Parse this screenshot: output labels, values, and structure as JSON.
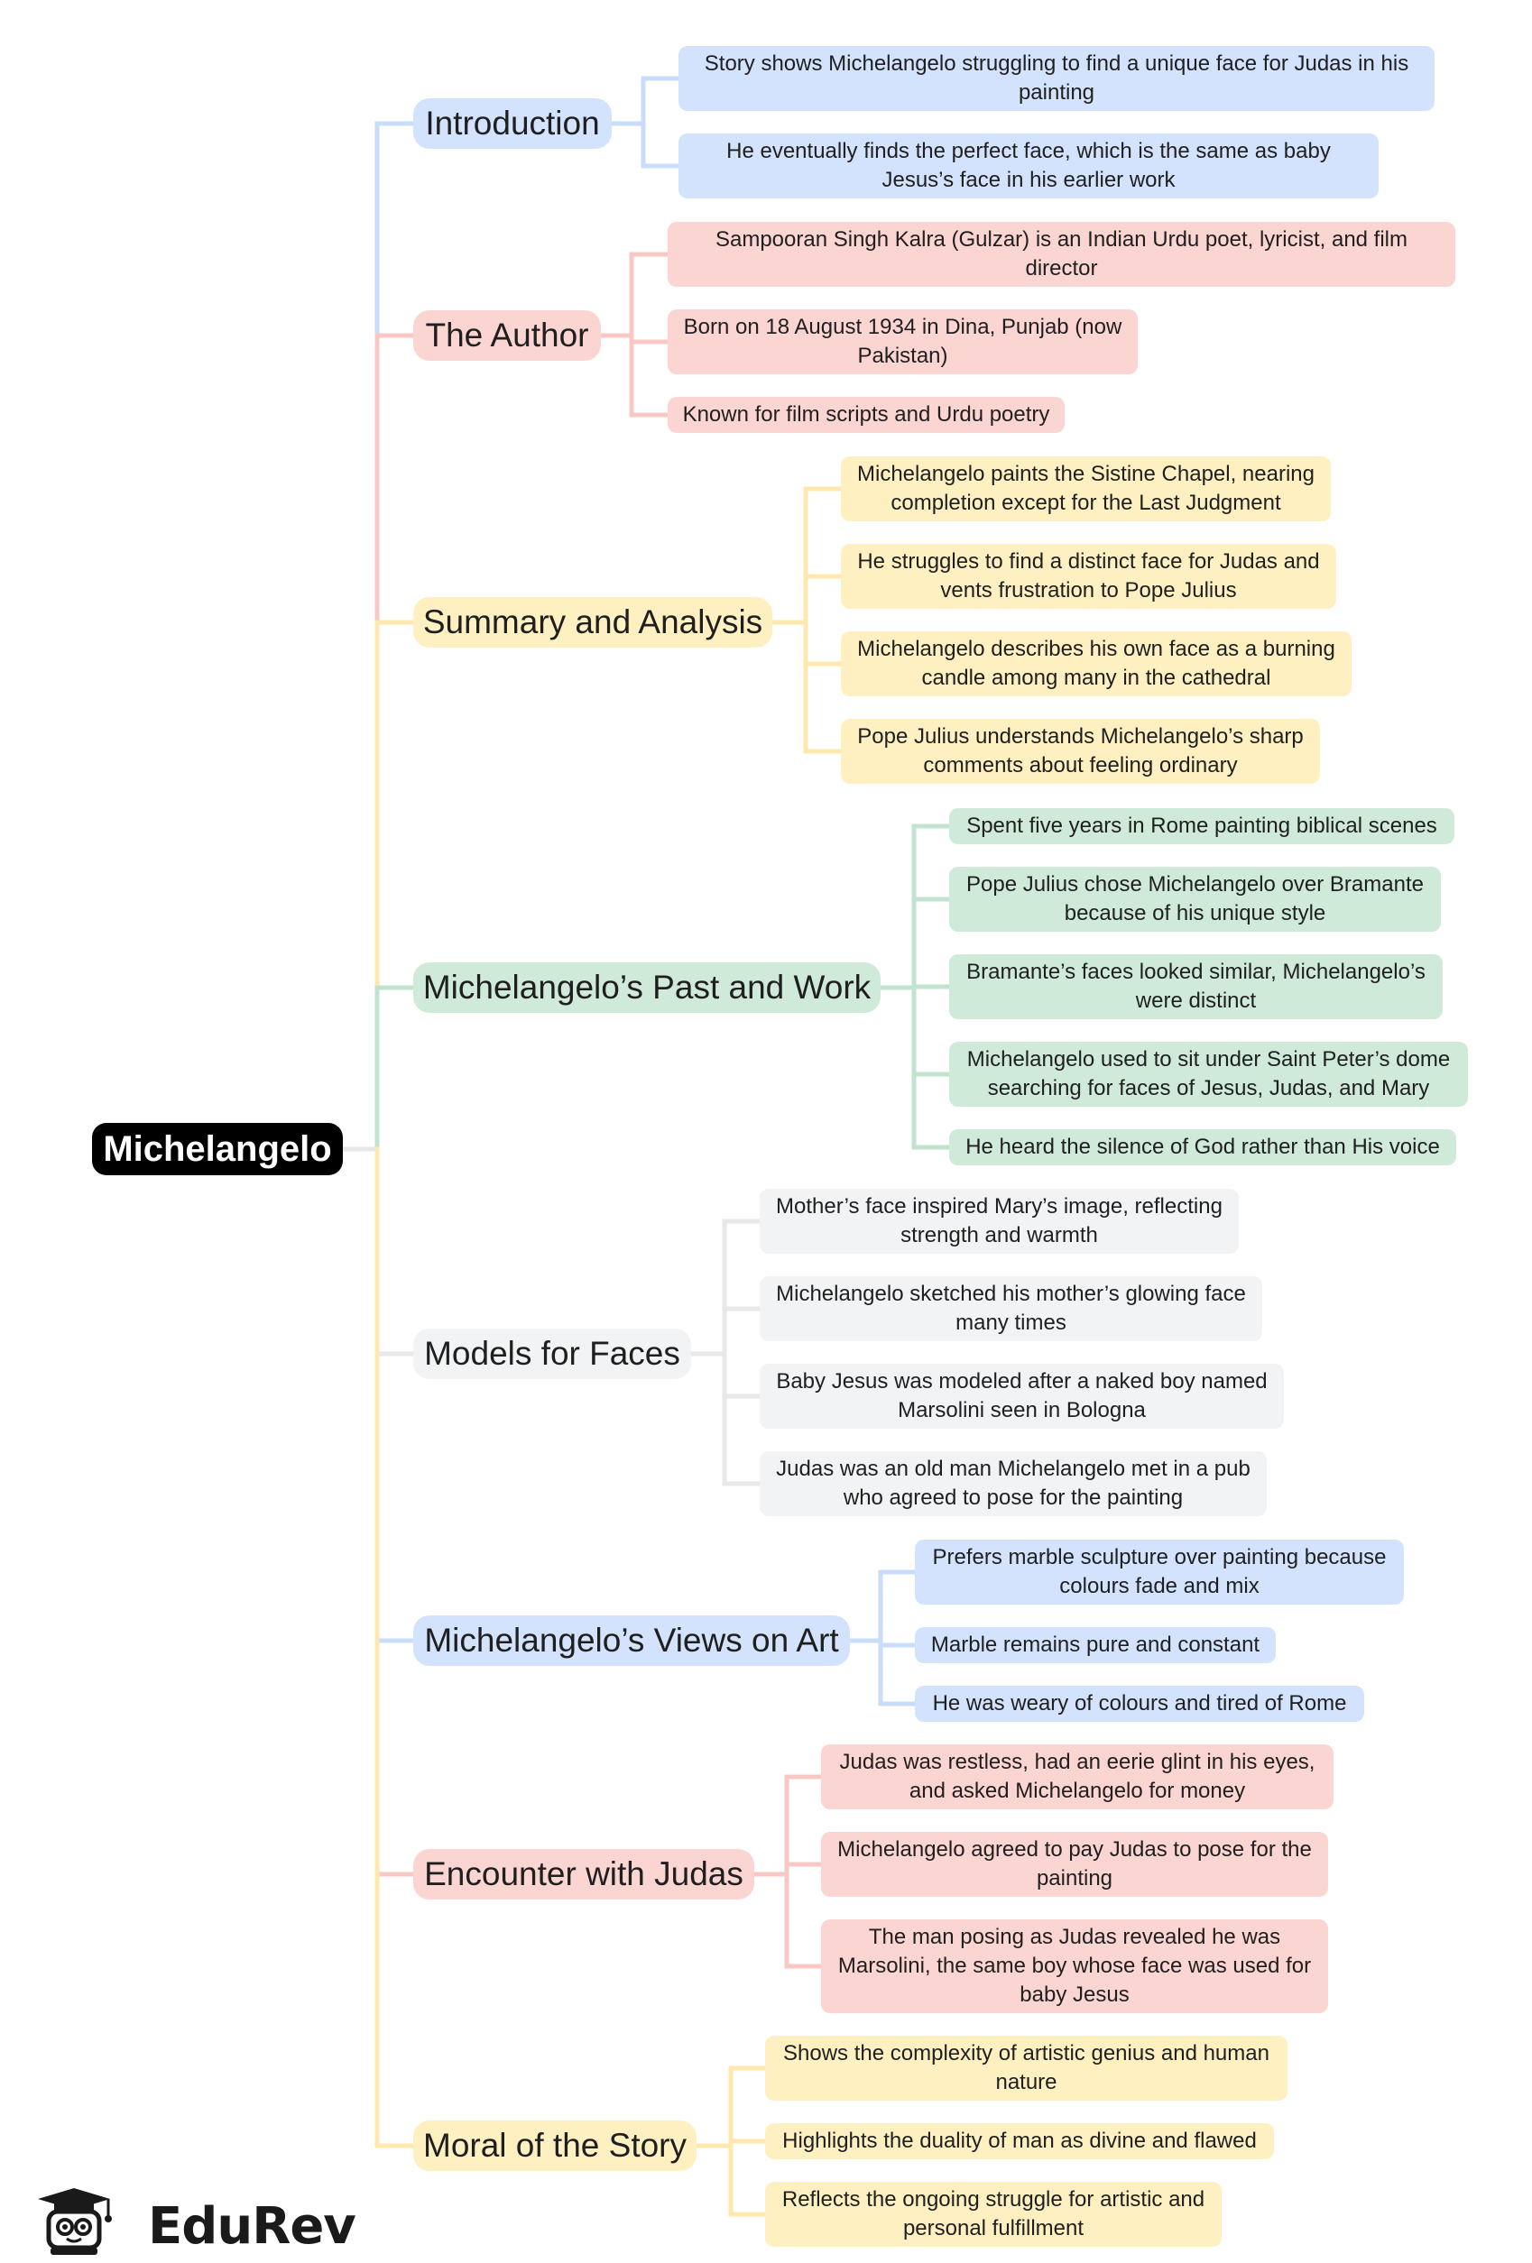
{
  "root": {
    "label": "Michelangelo"
  },
  "colors": {
    "blue": {
      "fill": "#d3e3fd",
      "line": "#c9dcfa"
    },
    "red": {
      "fill": "#fbd5d2",
      "line": "#f8c9c4"
    },
    "yellow": {
      "fill": "#fff0c2",
      "line": "#ffe8ae"
    },
    "green": {
      "fill": "#cfead9",
      "line": "#c2e4cf"
    },
    "gray": {
      "fill": "#f1f3f4",
      "line": "#e6e8ea"
    }
  },
  "branches": [
    {
      "label": "Introduction",
      "color": "blue",
      "children": [
        "Story shows Michelangelo struggling to find a unique face for Judas in his painting",
        "He eventually finds the perfect face, which is the same as baby Jesus’s face in his earlier work"
      ]
    },
    {
      "label": "The Author",
      "color": "red",
      "children": [
        "Sampooran Singh Kalra (Gulzar) is an Indian Urdu poet, lyricist, and film director",
        "Born on 18 August 1934 in Dina, Punjab (now Pakistan)",
        "Known for film scripts and Urdu poetry"
      ]
    },
    {
      "label": "Summary and Analysis",
      "color": "yellow",
      "children": [
        "Michelangelo paints the Sistine Chapel, nearing completion except for the Last Judgment",
        "He struggles to find a distinct face for Judas and vents frustration to Pope Julius",
        "Michelangelo describes his own face as a burning candle among many in the cathedral",
        "Pope Julius understands Michelangelo’s sharp comments about feeling ordinary"
      ]
    },
    {
      "label": "Michelangelo’s Past and Work",
      "color": "green",
      "children": [
        "Spent five years in Rome painting biblical scenes",
        "Pope Julius chose Michelangelo over Bramante because of his unique style",
        "Bramante’s faces looked similar, Michelangelo’s were distinct",
        "Michelangelo used to sit under Saint Peter’s dome searching for faces of Jesus, Judas, and Mary",
        "He heard the silence of God rather than His voice"
      ]
    },
    {
      "label": "Models for Faces",
      "color": "gray",
      "children": [
        "Mother’s face inspired Mary’s image, reflecting strength and warmth",
        "Michelangelo sketched his mother’s glowing face many times",
        "Baby Jesus was modeled after a naked boy named Marsolini seen in Bologna",
        "Judas was an old man Michelangelo met in a pub who agreed to pose for the painting"
      ]
    },
    {
      "label": "Michelangelo’s Views on Art",
      "color": "blue",
      "children": [
        "Prefers marble sculpture over painting because colours fade and mix",
        "Marble remains pure and constant",
        "He was weary of colours and tired of Rome"
      ]
    },
    {
      "label": "Encounter with Judas",
      "color": "red",
      "children": [
        "Judas was restless, had an eerie glint in his eyes, and asked Michelangelo for money",
        "Michelangelo agreed to pay Judas to pose for the painting",
        "The man posing as Judas revealed he was Marsolini, the same boy whose face was used for baby Jesus"
      ]
    },
    {
      "label": "Moral of the Story",
      "color": "yellow",
      "children": [
        "Shows the complexity of artistic genius and human nature",
        "Highlights the duality of man as divine and flawed",
        "Reflects the ongoing struggle for artistic and personal fulfillment"
      ]
    }
  ],
  "brand": {
    "name": "EduRev",
    "icon": "graduate-mascot-icon"
  }
}
